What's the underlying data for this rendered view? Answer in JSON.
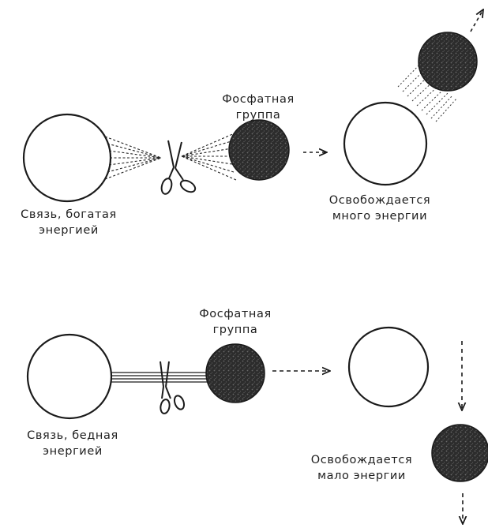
{
  "colors": {
    "ink": "#1a1a1a",
    "ball_fill": "#2c2c2c",
    "paper": "#ffffff"
  },
  "top": {
    "phosphate_label": "Фосфатная\nгруппа",
    "bond_label": "Связь, богатая\nэнергией",
    "result_label": "Освобождается\nмного энергии",
    "icon": "scissors-icon"
  },
  "bottom": {
    "phosphate_label": "Фосфатная\nгруппа",
    "bond_label": "Связь, бедная\nэнергией",
    "result_label": "Освобождается\nмало энергии",
    "icon": "scissors-icon"
  }
}
